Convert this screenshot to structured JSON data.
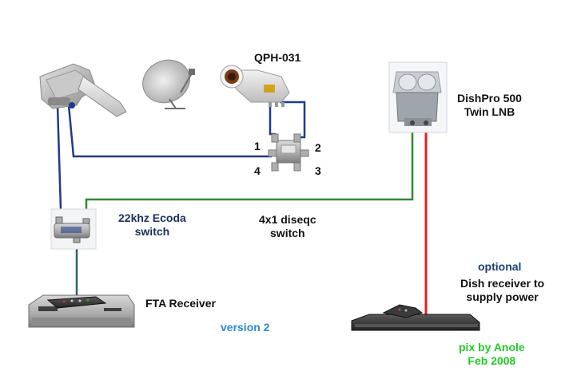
{
  "labels": {
    "qph": "QPH-031",
    "dishpro_line1": "DishPro 500",
    "dishpro_line2": "Twin LNB",
    "ecoda_line1": "22khz Ecoda",
    "ecoda_line2": "switch",
    "diseqc_line1": "4x1 diseqc",
    "diseqc_line2": "switch",
    "fta": "FTA Receiver",
    "version": "version 2",
    "optional": "optional",
    "dish_rx_line1": "Dish receiver to",
    "dish_rx_line2": "supply power",
    "credit_line1": "pix by Anole",
    "credit_line2": "Feb 2008",
    "port_1": "1",
    "port_2": "2",
    "port_3": "3",
    "port_4": "4"
  },
  "colors": {
    "cable_blue": "#1f3a8a",
    "cable_green": "#2e8b2e",
    "cable_red": "#e02020",
    "cable_teal": "#2f5f6f",
    "label_navy": "#1b2f5c",
    "version_blue": "#2a8ad4",
    "credit_green": "#22cc22",
    "optional_navy": "#1b3f7c"
  },
  "icons": [
    "multi-lnb-dish-icon",
    "satellite-dish-icon",
    "qph-lnb-icon",
    "diseqc-switch-icon",
    "dishpro-lnb-icon",
    "ecoda-switch-icon",
    "fta-receiver-icon",
    "dish-receiver-icon"
  ]
}
